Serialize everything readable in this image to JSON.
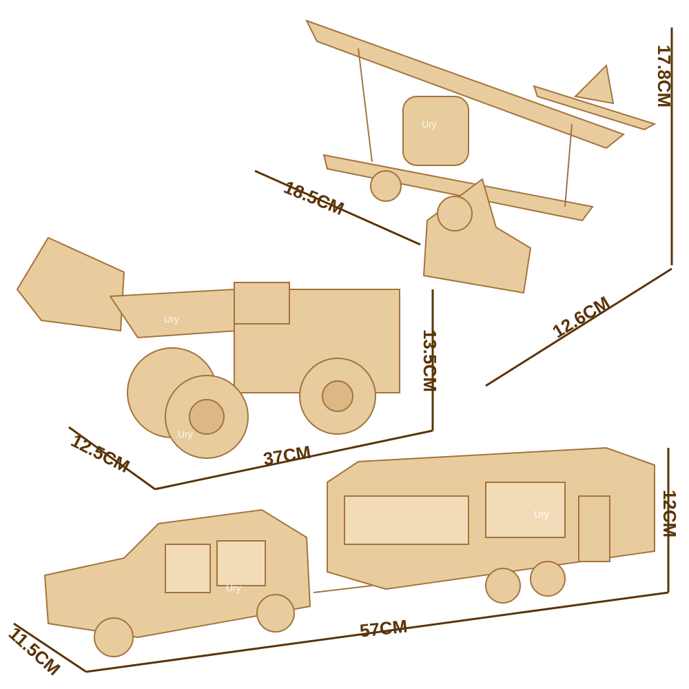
{
  "colors": {
    "label": "#5a3408",
    "wood": "#e9cc9e",
    "wood_dark": "#a4733c"
  },
  "watermark": "Ury",
  "models": [
    {
      "name": "biplane",
      "dimensions": {
        "height": "17.8CM",
        "length": "18.5CM",
        "width": "12.6CM"
      }
    },
    {
      "name": "wheel-loader",
      "dimensions": {
        "height": "13.5CM",
        "length": "37CM",
        "width": "12.5CM"
      }
    },
    {
      "name": "suv-with-camper-trailer",
      "dimensions": {
        "height": "12CM",
        "length": "57CM",
        "width": "11.5CM"
      }
    }
  ]
}
